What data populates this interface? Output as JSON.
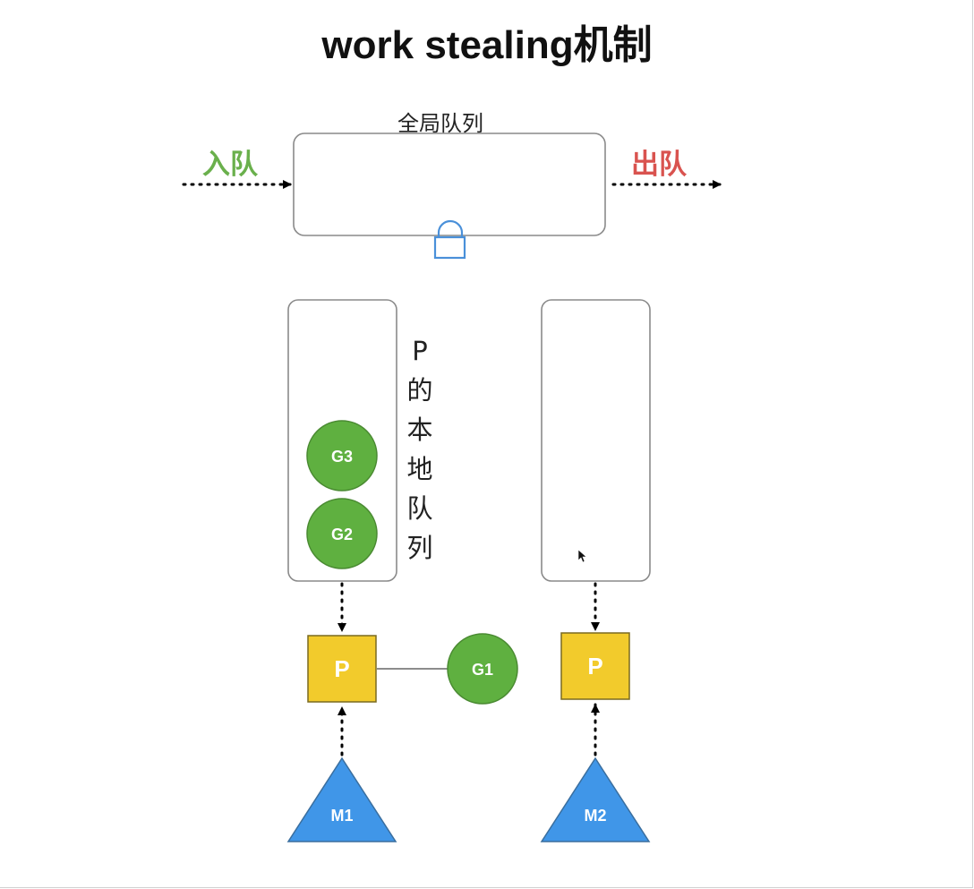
{
  "title": "work stealing机制",
  "global_queue": {
    "label": "全局队列",
    "enqueue_label": "入队",
    "dequeue_label": "出队",
    "lock_icon": "lock-icon"
  },
  "local_queue": {
    "label_chars": [
      "P",
      "的",
      "本",
      "地",
      "队",
      "列"
    ],
    "goroutines": [
      "G3",
      "G2"
    ]
  },
  "processors": [
    "P",
    "P"
  ],
  "running_goroutine": "G1",
  "machines": [
    "M1",
    "M2"
  ],
  "colors": {
    "enqueue": "#6ab04c",
    "dequeue": "#d9534f",
    "goroutine": "#5fb040",
    "processor": "#f2cb2c",
    "machine": "#4096e8",
    "lock": "#4a90d9"
  }
}
